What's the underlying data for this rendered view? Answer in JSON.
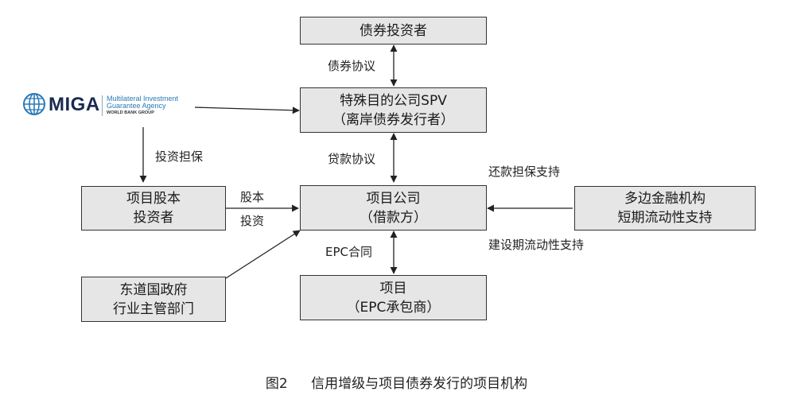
{
  "boxes": {
    "bond_investor": {
      "line1": "债券投资者"
    },
    "spv": {
      "line1": "特殊目的公司SPV",
      "line2": "（离岸债券发行者）"
    },
    "equity_investor": {
      "line1": "项目股本",
      "line2": "投资者"
    },
    "project_company": {
      "line1": "项目公司",
      "line2": "（借款方）"
    },
    "multilateral": {
      "line1": "多边金融机构",
      "line2": "短期流动性支持"
    },
    "host_gov": {
      "line1": "东道国政府",
      "line2": "行业主管部门"
    },
    "project": {
      "line1": "项目",
      "line2": "（EPC承包商）"
    }
  },
  "labels": {
    "bond_agreement": "债券协议",
    "loan_agreement": "贷款协议",
    "epc_contract": "EPC合同",
    "investment_guarantee": "投资担保",
    "equity_line1": "股本",
    "equity_line2": "投资",
    "repayment_guarantee": "还款担保支持",
    "construction_liquidity": "建设期流动性支持"
  },
  "logo": {
    "name": "MIGA",
    "subtitle_line1": "Multilateral Investment",
    "subtitle_line2": "Guarantee Agency",
    "group": "WORLD BANK GROUP"
  },
  "caption": {
    "figure": "图2",
    "title": "信用增级与项目债券发行的项目机构"
  },
  "colors": {
    "box_fill": "#e6e6e6",
    "border": "#333333",
    "logo_blue": "#2a7ab5"
  }
}
